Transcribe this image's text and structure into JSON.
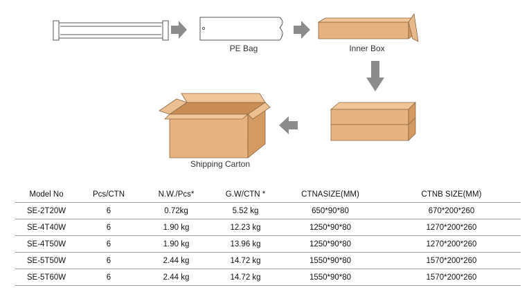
{
  "diagram": {
    "labels": {
      "pe_bag": "PE Bag",
      "inner_box": "Inner Box",
      "shipping_carton": "Shipping Carton"
    },
    "colors": {
      "carton": "#e8b98a",
      "carton_dark": "#d49a62",
      "arrow": "#8c8c8c",
      "outline": "#555555"
    }
  },
  "table": {
    "headers": [
      "Model No",
      "Pcs/CTN",
      "N.W./Pcs*",
      "G.W/CTN *",
      "CTNASIZE(MM)",
      "CTNB SIZE(MM)"
    ],
    "rows": [
      [
        "SE-2T20W",
        "6",
        "0.72kg",
        "5.52 kg",
        "650*90*80",
        "670*200*260"
      ],
      [
        "SE-4T40W",
        "6",
        "1.90 kg",
        "12.23 kg",
        "1250*90*80",
        "1270*200*260"
      ],
      [
        "SE-4T50W",
        "6",
        "1.90 kg",
        "13.96 kg",
        "1250*90*80",
        "1270*200*260"
      ],
      [
        "SE-5T50W",
        "6",
        "2.44 kg",
        "14.72 kg",
        "1550*90*80",
        "1570*200*260"
      ],
      [
        "SE-5T60W",
        "6",
        "2.44 kg",
        "14.72 kg",
        "1550*90*80",
        "1570*200*260"
      ]
    ]
  }
}
